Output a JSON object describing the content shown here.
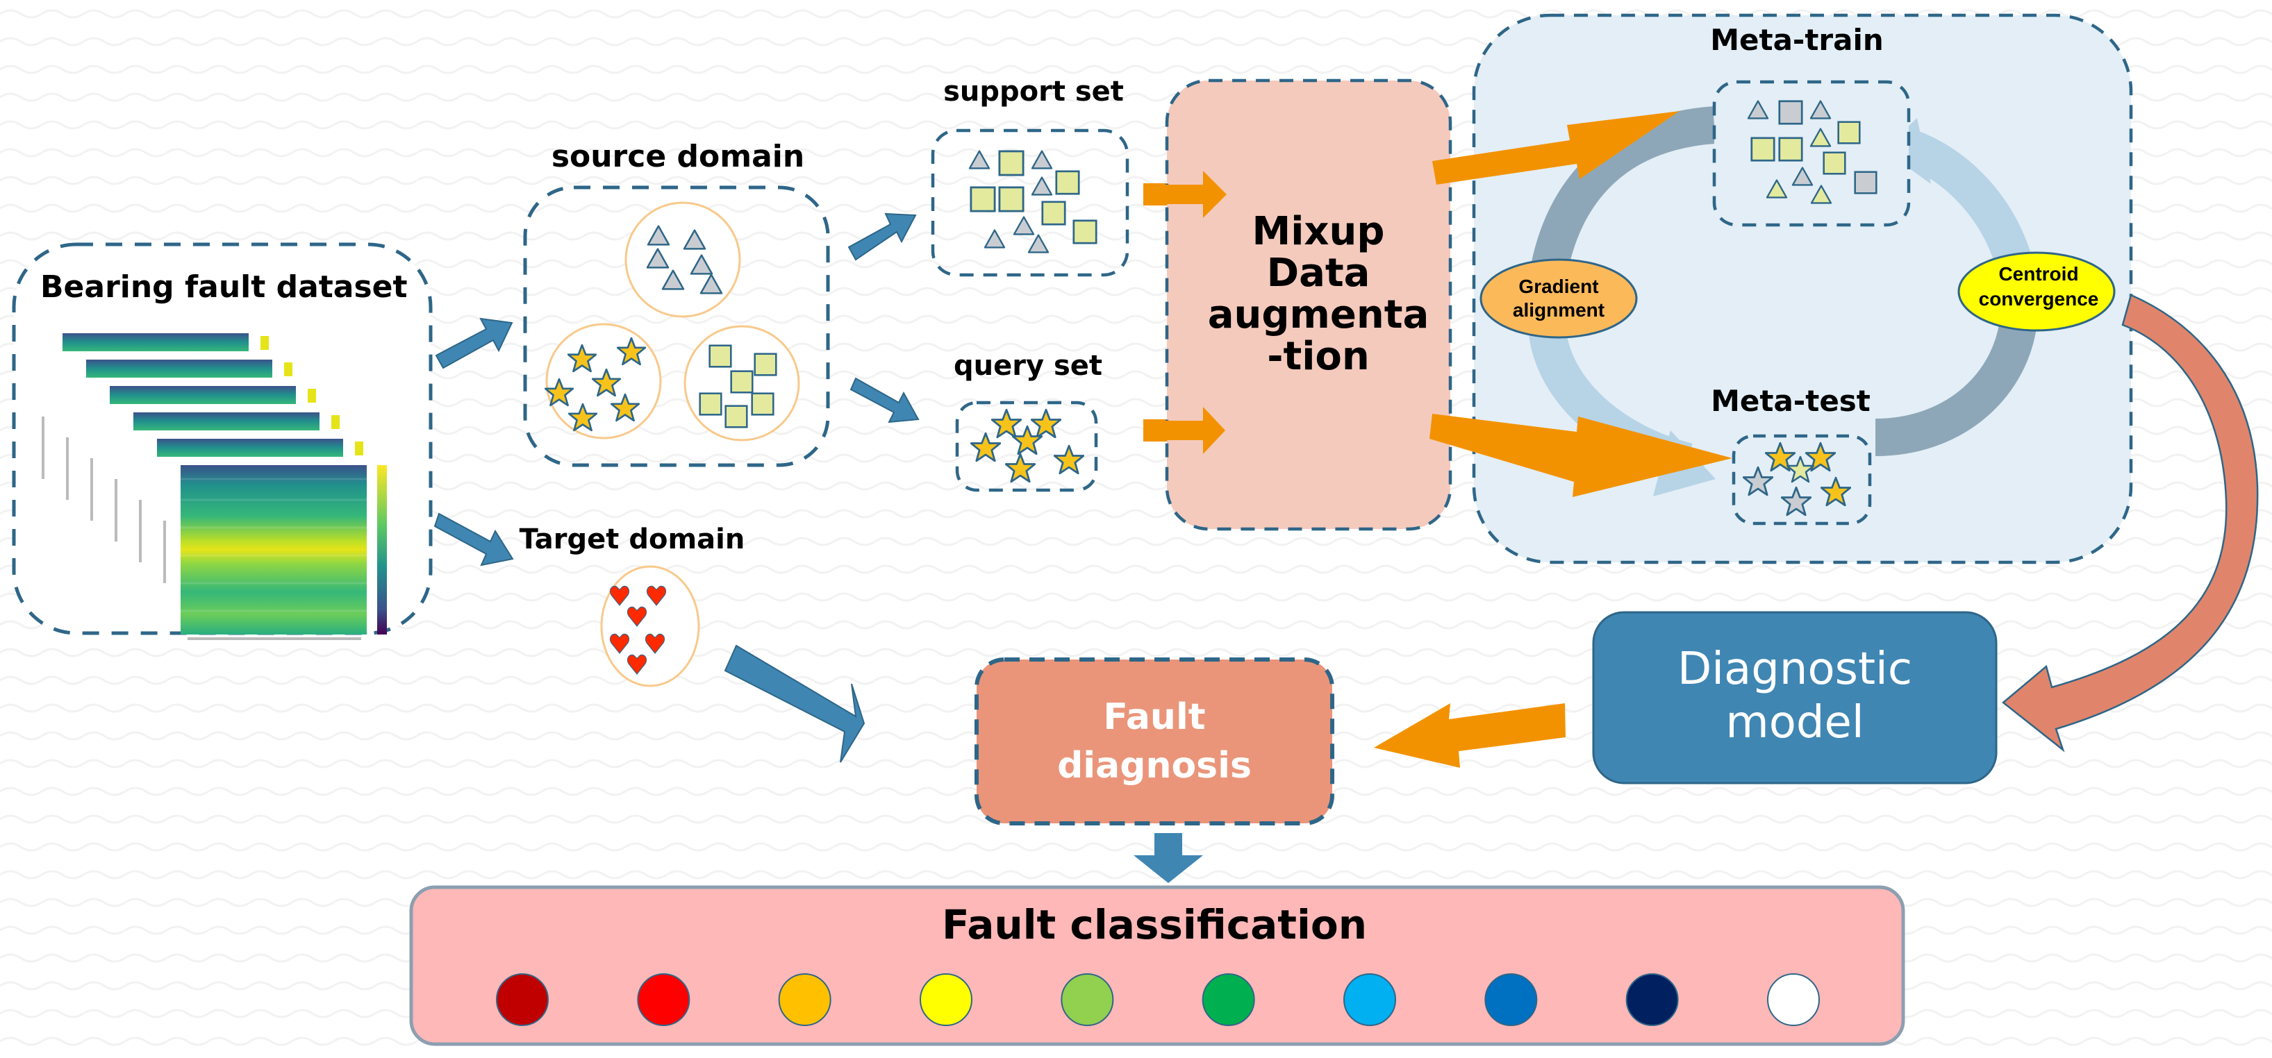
{
  "colors": {
    "dash_blue": "#2e6688",
    "arrow_blue": "#3f86b3",
    "arrow_orange": "#f39200",
    "cluster_ring": "#f8c98b",
    "mixup_fill": "#f4cabd",
    "meta_fill": "#e3eef6",
    "fault_diag_fill": "#ea957a",
    "diag_model_fill": "#3f86b3",
    "classification_fill": "#ffb8b8",
    "triangle_fill": "#c9cdd2",
    "square_fill": "#e3ea9e",
    "star_fill": "#f7c31b",
    "heart_fill": "#ff2a00",
    "curve_arrow": "#c07a62",
    "gradient_oval": "#fcb95a",
    "centroid_oval": "#ffff00"
  },
  "dataset": {
    "title": "Bearing fault dataset"
  },
  "source_domain": {
    "title": "source domain",
    "clusters": [
      "triangles",
      "stars",
      "squares"
    ]
  },
  "target_domain": {
    "title": "Target domain",
    "samples": "hearts"
  },
  "support_set": {
    "title": "support set"
  },
  "query_set": {
    "title": "query set"
  },
  "mixup": {
    "lines": [
      "Mixup",
      "Data",
      "augmenta",
      "-tion"
    ]
  },
  "meta": {
    "train_title": "Meta-train",
    "test_title": "Meta-test",
    "gradient_label": [
      "Gradient",
      "alignment"
    ],
    "centroid_label": [
      "Centroid",
      "convergence"
    ]
  },
  "diagnostic_model": {
    "lines": [
      "Diagnostic",
      "model"
    ]
  },
  "fault_diagnosis": {
    "lines": [
      "Fault",
      "diagnosis"
    ]
  },
  "fault_classification": {
    "title": "Fault classification",
    "classes": [
      {
        "color": "#c00000"
      },
      {
        "color": "#ff0000"
      },
      {
        "color": "#ffc000"
      },
      {
        "color": "#ffff00"
      },
      {
        "color": "#92d050"
      },
      {
        "color": "#00b050"
      },
      {
        "color": "#00b0f0"
      },
      {
        "color": "#0070c0"
      },
      {
        "color": "#002060"
      },
      {
        "color": "#ffffff"
      }
    ]
  }
}
